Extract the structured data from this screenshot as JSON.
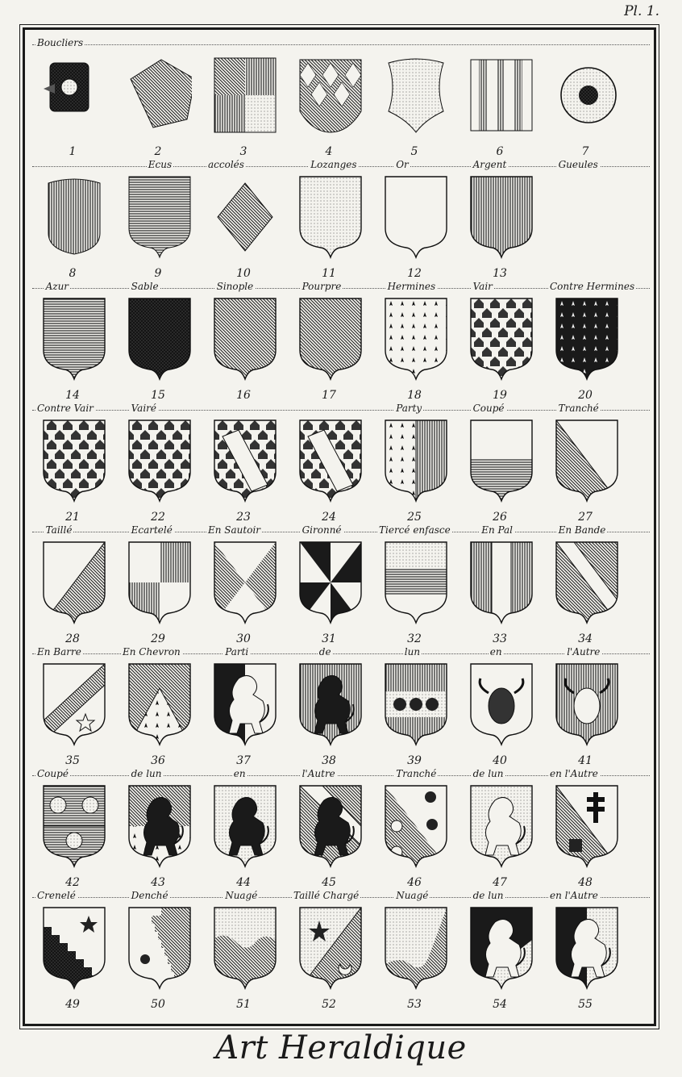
{
  "plate_number": "Pl. 1.",
  "title": "Art Heraldique",
  "rows": [
    {
      "labels": [
        {
          "text": "Boucliers",
          "col": 0
        }
      ],
      "items": [
        {
          "n": "1",
          "t": "buckler"
        },
        {
          "n": "2",
          "t": "rect-hatch"
        },
        {
          "n": "3",
          "t": "quartered"
        },
        {
          "n": "4",
          "t": "lozengy"
        },
        {
          "n": "5",
          "t": "cartouche"
        },
        {
          "n": "6",
          "t": "pale-stripes"
        },
        {
          "n": "7",
          "t": "roundel"
        }
      ]
    },
    {
      "labels": [
        {
          "text": "Ecus",
          "col": 1.3
        },
        {
          "text": "accolés",
          "col": 2.0
        },
        {
          "text": "Lozanges",
          "col": 3.2
        },
        {
          "text": "Or",
          "col": 4.2
        },
        {
          "text": "Argent",
          "col": 5.1
        },
        {
          "text": "Gueules",
          "col": 6.1
        }
      ],
      "items": [
        {
          "n": "8",
          "t": "oval-shield"
        },
        {
          "n": "9",
          "t": "accoles"
        },
        {
          "n": "10",
          "t": "lozenge"
        },
        {
          "n": "11",
          "t": "or"
        },
        {
          "n": "12",
          "t": "argent"
        },
        {
          "n": "13",
          "t": "gueules"
        }
      ]
    },
    {
      "labels": [
        {
          "text": "Azur",
          "col": 0.1
        },
        {
          "text": "Sable",
          "col": 1.1
        },
        {
          "text": "Sinople",
          "col": 2.1
        },
        {
          "text": "Pourpre",
          "col": 3.1
        },
        {
          "text": "Hermines",
          "col": 4.1
        },
        {
          "text": "Vair",
          "col": 5.1
        },
        {
          "text": "Contre Hermines",
          "col": 6.0
        }
      ],
      "items": [
        {
          "n": "14",
          "t": "azur"
        },
        {
          "n": "15",
          "t": "sable"
        },
        {
          "n": "16",
          "t": "sinople"
        },
        {
          "n": "17",
          "t": "pourpre"
        },
        {
          "n": "18",
          "t": "hermines"
        },
        {
          "n": "19",
          "t": "vair"
        },
        {
          "n": "20",
          "t": "contre-hermines"
        }
      ]
    },
    {
      "labels": [
        {
          "text": "Contre Vair",
          "col": 0
        },
        {
          "text": "Vairé",
          "col": 1.1
        },
        {
          "text": "Party",
          "col": 4.2
        },
        {
          "text": "Coupé",
          "col": 5.1
        },
        {
          "text": "Tranché",
          "col": 6.1
        }
      ],
      "items": [
        {
          "n": "21",
          "t": "contre-vair"
        },
        {
          "n": "22",
          "t": "vaire"
        },
        {
          "n": "23",
          "t": "vair-bend"
        },
        {
          "n": "24",
          "t": "vair-cross"
        },
        {
          "n": "25",
          "t": "party"
        },
        {
          "n": "26",
          "t": "coupe"
        },
        {
          "n": "27",
          "t": "tranche"
        }
      ]
    },
    {
      "labels": [
        {
          "text": "Taillé",
          "col": 0.1
        },
        {
          "text": "Ecartelé",
          "col": 1.1
        },
        {
          "text": "En Sautoir",
          "col": 2.0
        },
        {
          "text": "Gironné",
          "col": 3.1
        },
        {
          "text": "Tiercé enfasce",
          "col": 4.0
        },
        {
          "text": "En Pal",
          "col": 5.2
        },
        {
          "text": "En Bande",
          "col": 6.1
        }
      ],
      "items": [
        {
          "n": "28",
          "t": "taille"
        },
        {
          "n": "29",
          "t": "ecartele"
        },
        {
          "n": "30",
          "t": "sautoir"
        },
        {
          "n": "31",
          "t": "gironne"
        },
        {
          "n": "32",
          "t": "tierce"
        },
        {
          "n": "33",
          "t": "pal"
        },
        {
          "n": "34",
          "t": "bande"
        }
      ]
    },
    {
      "labels": [
        {
          "text": "En Barre",
          "col": 0
        },
        {
          "text": "En Chevron",
          "col": 1.0
        },
        {
          "text": "Parti",
          "col": 2.2
        },
        {
          "text": "de",
          "col": 3.3
        },
        {
          "text": "lun",
          "col": 4.3
        },
        {
          "text": "en",
          "col": 5.3
        },
        {
          "text": "l'Autre",
          "col": 6.2
        }
      ],
      "items": [
        {
          "n": "35",
          "t": "barre"
        },
        {
          "n": "36",
          "t": "chevron"
        },
        {
          "n": "37",
          "t": "eagle-lion"
        },
        {
          "n": "38",
          "t": "lion"
        },
        {
          "n": "39",
          "t": "roundels-fess"
        },
        {
          "n": "40",
          "t": "bull"
        },
        {
          "n": "41",
          "t": "bull2"
        }
      ]
    },
    {
      "labels": [
        {
          "text": "Coupé",
          "col": 0
        },
        {
          "text": "de lun",
          "col": 1.1
        },
        {
          "text": "en",
          "col": 2.3
        },
        {
          "text": "l'Autre",
          "col": 3.1
        },
        {
          "text": "Tranché",
          "col": 4.2
        },
        {
          "text": "de lun",
          "col": 5.1
        },
        {
          "text": "en l'Autre",
          "col": 6.0
        }
      ],
      "items": [
        {
          "n": "42",
          "t": "coupe-roundels"
        },
        {
          "n": "43",
          "t": "coupe-lion"
        },
        {
          "n": "44",
          "t": "lion2"
        },
        {
          "n": "45",
          "t": "bend-animal"
        },
        {
          "n": "46",
          "t": "tranche-roundels"
        },
        {
          "n": "47",
          "t": "eagle"
        },
        {
          "n": "48",
          "t": "cross-castle"
        }
      ]
    },
    {
      "labels": [
        {
          "text": "Crenelé",
          "col": 0
        },
        {
          "text": "Denché",
          "col": 1.1
        },
        {
          "text": "Nuagé",
          "col": 2.2
        },
        {
          "text": "Taillé Chargé",
          "col": 3.0
        },
        {
          "text": "Nuagé",
          "col": 4.2
        },
        {
          "text": "de lun",
          "col": 5.1
        },
        {
          "text": "en l'Autre",
          "col": 6.0
        }
      ],
      "items": [
        {
          "n": "49",
          "t": "crenele"
        },
        {
          "n": "50",
          "t": "denche"
        },
        {
          "n": "51",
          "t": "nuage"
        },
        {
          "n": "52",
          "t": "taille-charge"
        },
        {
          "n": "53",
          "t": "nuage2"
        },
        {
          "n": "54",
          "t": "lion3"
        },
        {
          "n": "55",
          "t": "lion4"
        }
      ]
    }
  ]
}
